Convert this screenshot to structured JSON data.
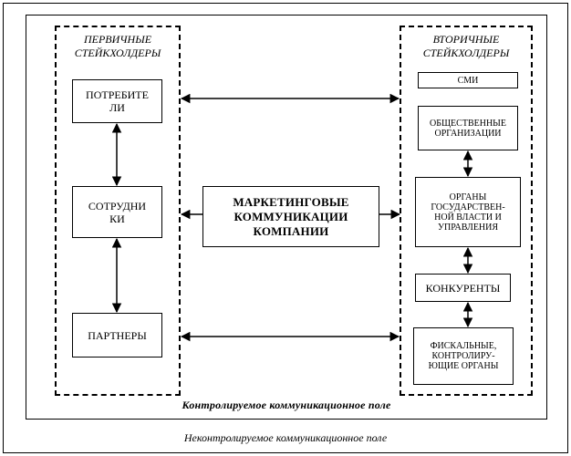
{
  "left_group": {
    "title_line1": "ПЕРВИЧНЫЕ",
    "title_line2": "СТЕЙКХОЛДЕРЫ",
    "boxes": [
      {
        "line1": "ПОТРЕБИТЕ",
        "line2": "ЛИ"
      },
      {
        "line1": "СОТРУДНИ",
        "line2": "КИ"
      },
      {
        "line1": "ПАРТНЕРЫ",
        "line2": ""
      }
    ]
  },
  "right_group": {
    "title_line1": "ВТОРИЧНЫЕ",
    "title_line2": "СТЕЙКХОЛДЕРЫ",
    "boxes": [
      {
        "lines": [
          "СМИ"
        ]
      },
      {
        "lines": [
          "ОБЩЕСТВЕННЫЕ",
          "ОРГАНИЗАЦИИ"
        ]
      },
      {
        "lines": [
          "ОРГАНЫ",
          "ГОСУДАРСТВЕН-",
          "НОЙ ВЛАСТИ И",
          "УПРАВЛЕНИЯ"
        ]
      },
      {
        "lines": [
          "КОНКУРЕНТЫ"
        ]
      },
      {
        "lines": [
          "ФИСКАЛЬНЫЕ,",
          "КОНТРОЛИРУ-",
          "ЮЩИЕ ОРГАНЫ"
        ]
      }
    ]
  },
  "center": {
    "lines": [
      "МАРКЕТИНГОВЫЕ",
      "КОММУНИКАЦИИ",
      "КОМПАНИИ"
    ]
  },
  "captions": {
    "controlled": "Контролируемое коммуникационное поле",
    "uncontrolled": "Неконтролируемое коммуникационное поле"
  }
}
